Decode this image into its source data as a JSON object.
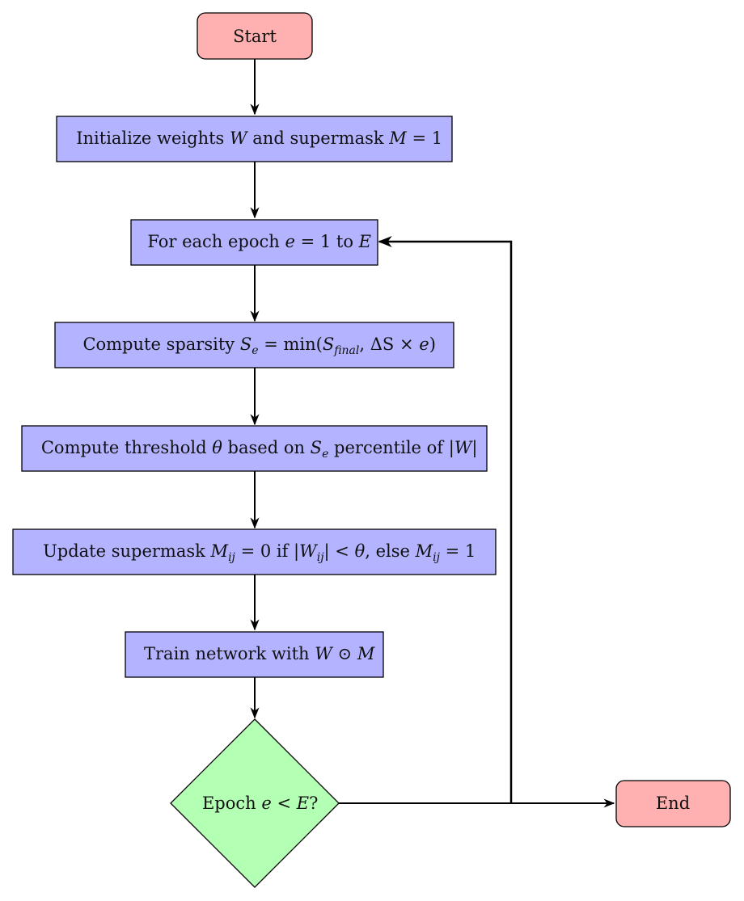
{
  "flowchart": {
    "start": {
      "label": "Start",
      "fill": "#ffb0b0"
    },
    "init": {
      "pre": "Initialize weights ",
      "var_w": "W",
      "mid": " and supermask ",
      "var_m": "M",
      "post": " = 1",
      "fill": "#b3b3ff"
    },
    "loop": {
      "pre": "For each epoch ",
      "var_e": "e",
      "mid": " = 1 to ",
      "var_E": "E",
      "fill": "#b3b3ff"
    },
    "sparsity": {
      "pre": "Compute sparsity ",
      "var_s": "S",
      "sub_e": "e",
      "mid": " = min(",
      "var_s2": "S",
      "sub_final": "final",
      "comma": ", ΔS × ",
      "var_e": "e",
      "post": ")",
      "fill": "#b3b3ff"
    },
    "threshold": {
      "pre": "Compute threshold ",
      "theta": "θ",
      "mid": " based on ",
      "var_s": "S",
      "sub_e": "e",
      "post": " percentile of |",
      "var_w": "W",
      "end": "|",
      "fill": "#b3b3ff"
    },
    "update": {
      "pre": "Update supermask ",
      "var_m": "M",
      "sub_ij": "ij",
      "eq0": " = 0 if |",
      "var_w": "W",
      "sub_ij2": "ij",
      "lt": "| < ",
      "theta": "θ",
      "else": ", else ",
      "var_m2": "M",
      "sub_ij3": "ij",
      "eq1": " = 1",
      "fill": "#b3b3ff"
    },
    "train": {
      "pre": "Train network with ",
      "var_w": "W",
      "op": " ⊙ ",
      "var_m": "M",
      "fill": "#b3b3ff"
    },
    "decision": {
      "pre": "Epoch ",
      "var_e": "e",
      "mid": " < ",
      "var_E": "E",
      "post": "?",
      "fill": "#b3ffb3"
    },
    "end": {
      "label": "End",
      "fill": "#ffb0b0"
    }
  }
}
